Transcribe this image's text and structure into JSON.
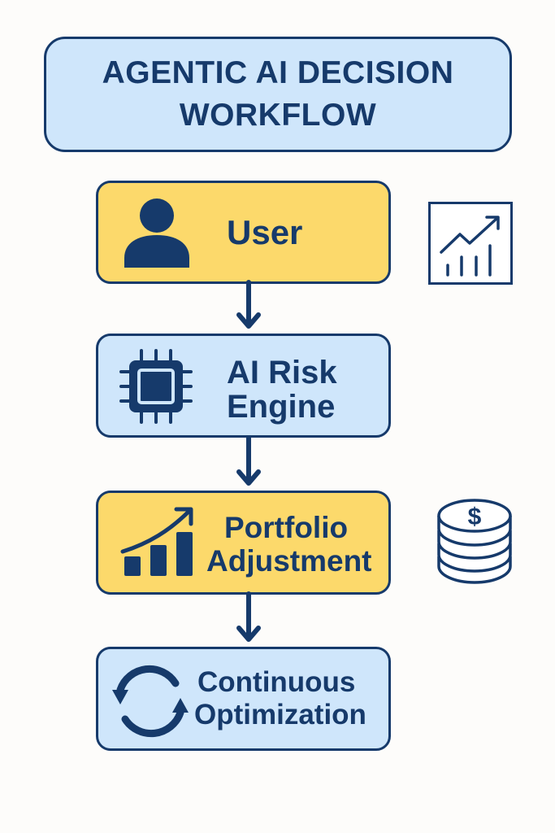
{
  "title": {
    "line1": "AGENTIC AI DECISION",
    "line2": "WORKFLOW"
  },
  "steps": [
    {
      "label": "User",
      "icon": "user-icon"
    },
    {
      "label_line1": "AI Risk",
      "label_line2": "Engine",
      "icon": "chip-icon"
    },
    {
      "label_line1": "Portfolio",
      "label_line2": "Adjustment",
      "icon": "growth-chart-icon"
    },
    {
      "label_line1": "Continuous",
      "label_line2": "Optimization",
      "icon": "refresh-cycle-icon"
    }
  ],
  "side_icons": [
    "line-chart-icon",
    "coin-stack-icon"
  ],
  "colors": {
    "navy": "#163a6b",
    "blue_fill": "#cfe6fb",
    "yellow_fill": "#fcd96b",
    "background": "#fdfcfa"
  }
}
